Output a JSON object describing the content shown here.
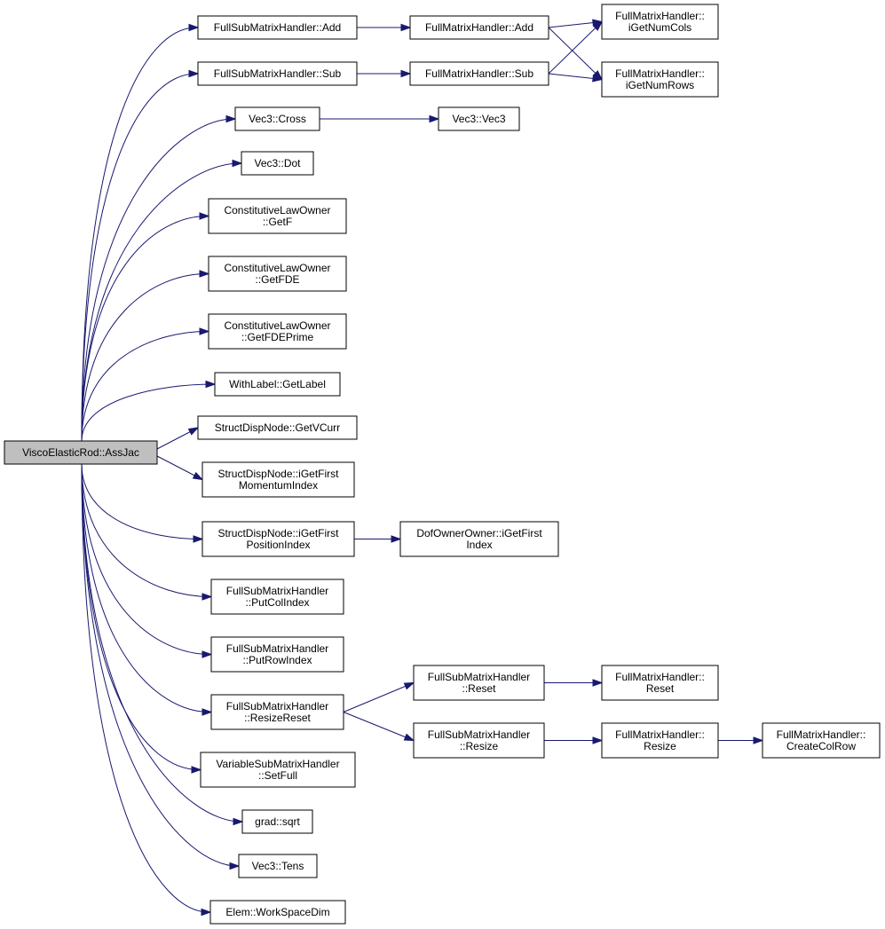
{
  "diagram": {
    "nodes": [
      {
        "id": "assjac",
        "lines": [
          "ViscoElasticRod::AssJac"
        ],
        "root": true
      },
      {
        "id": "fsmh_add",
        "lines": [
          "FullSubMatrixHandler::Add"
        ]
      },
      {
        "id": "fsmh_sub",
        "lines": [
          "FullSubMatrixHandler::Sub"
        ]
      },
      {
        "id": "vec3_cross",
        "lines": [
          "Vec3::Cross"
        ]
      },
      {
        "id": "vec3_dot",
        "lines": [
          "Vec3::Dot"
        ]
      },
      {
        "id": "clo_getf",
        "lines": [
          "ConstitutiveLawOwner",
          "::GetF"
        ]
      },
      {
        "id": "clo_getfde",
        "lines": [
          "ConstitutiveLawOwner",
          "::GetFDE"
        ]
      },
      {
        "id": "clo_getfdeprime",
        "lines": [
          "ConstitutiveLawOwner",
          "::GetFDEPrime"
        ]
      },
      {
        "id": "withlabel_getlabel",
        "lines": [
          "WithLabel::GetLabel"
        ]
      },
      {
        "id": "sdn_getvcurr",
        "lines": [
          "StructDispNode::GetVCurr"
        ]
      },
      {
        "id": "sdn_igetfirstmomentum",
        "lines": [
          "StructDispNode::iGetFirst",
          "MomentumIndex"
        ]
      },
      {
        "id": "sdn_igetfirstposition",
        "lines": [
          "StructDispNode::iGetFirst",
          "PositionIndex"
        ]
      },
      {
        "id": "fsmh_putcolindex",
        "lines": [
          "FullSubMatrixHandler",
          "::PutColIndex"
        ]
      },
      {
        "id": "fsmh_putrowindex",
        "lines": [
          "FullSubMatrixHandler",
          "::PutRowIndex"
        ]
      },
      {
        "id": "fsmh_resizereset",
        "lines": [
          "FullSubMatrixHandler",
          "::ResizeReset"
        ]
      },
      {
        "id": "vsmh_setfull",
        "lines": [
          "VariableSubMatrixHandler",
          "::SetFull"
        ]
      },
      {
        "id": "grad_sqrt",
        "lines": [
          "grad::sqrt"
        ]
      },
      {
        "id": "vec3_tens",
        "lines": [
          "Vec3::Tens"
        ]
      },
      {
        "id": "elem_workspacedim",
        "lines": [
          "Elem::WorkSpaceDim"
        ]
      },
      {
        "id": "fmh_add",
        "lines": [
          "FullMatrixHandler::Add"
        ]
      },
      {
        "id": "fmh_sub",
        "lines": [
          "FullMatrixHandler::Sub"
        ]
      },
      {
        "id": "vec3_vec3",
        "lines": [
          "Vec3::Vec3"
        ]
      },
      {
        "id": "doo_igetfirstindex",
        "lines": [
          "DofOwnerOwner::iGetFirst",
          "Index"
        ]
      },
      {
        "id": "fsmh_reset",
        "lines": [
          "FullSubMatrixHandler",
          "::Reset"
        ]
      },
      {
        "id": "fsmh_resize",
        "lines": [
          "FullSubMatrixHandler",
          "::Resize"
        ]
      },
      {
        "id": "fmh_igetnumcols",
        "lines": [
          "FullMatrixHandler::",
          "iGetNumCols"
        ]
      },
      {
        "id": "fmh_igetnumrows",
        "lines": [
          "FullMatrixHandler::",
          "iGetNumRows"
        ]
      },
      {
        "id": "fmh_reset",
        "lines": [
          "FullMatrixHandler::",
          "Reset"
        ]
      },
      {
        "id": "fmh_resize",
        "lines": [
          "FullMatrixHandler::",
          "Resize"
        ]
      },
      {
        "id": "fmh_createcolrow",
        "lines": [
          "FullMatrixHandler::",
          "CreateColRow"
        ]
      }
    ],
    "edges": [
      {
        "from": "assjac",
        "to": "fsmh_add"
      },
      {
        "from": "assjac",
        "to": "fsmh_sub"
      },
      {
        "from": "assjac",
        "to": "vec3_cross"
      },
      {
        "from": "assjac",
        "to": "vec3_dot"
      },
      {
        "from": "assjac",
        "to": "clo_getf"
      },
      {
        "from": "assjac",
        "to": "clo_getfde"
      },
      {
        "from": "assjac",
        "to": "clo_getfdeprime"
      },
      {
        "from": "assjac",
        "to": "withlabel_getlabel"
      },
      {
        "from": "assjac",
        "to": "sdn_getvcurr"
      },
      {
        "from": "assjac",
        "to": "sdn_igetfirstmomentum"
      },
      {
        "from": "assjac",
        "to": "sdn_igetfirstposition"
      },
      {
        "from": "assjac",
        "to": "fsmh_putcolindex"
      },
      {
        "from": "assjac",
        "to": "fsmh_putrowindex"
      },
      {
        "from": "assjac",
        "to": "fsmh_resizereset"
      },
      {
        "from": "assjac",
        "to": "vsmh_setfull"
      },
      {
        "from": "assjac",
        "to": "grad_sqrt"
      },
      {
        "from": "assjac",
        "to": "vec3_tens"
      },
      {
        "from": "assjac",
        "to": "elem_workspacedim"
      },
      {
        "from": "fsmh_add",
        "to": "fmh_add"
      },
      {
        "from": "fsmh_sub",
        "to": "fmh_sub"
      },
      {
        "from": "fmh_add",
        "to": "fmh_igetnumcols"
      },
      {
        "from": "fmh_add",
        "to": "fmh_igetnumrows"
      },
      {
        "from": "fmh_sub",
        "to": "fmh_igetnumcols"
      },
      {
        "from": "fmh_sub",
        "to": "fmh_igetnumrows"
      },
      {
        "from": "vec3_cross",
        "to": "vec3_vec3"
      },
      {
        "from": "sdn_igetfirstposition",
        "to": "doo_igetfirstindex"
      },
      {
        "from": "fsmh_resizereset",
        "to": "fsmh_reset"
      },
      {
        "from": "fsmh_resizereset",
        "to": "fsmh_resize"
      },
      {
        "from": "fsmh_reset",
        "to": "fmh_reset"
      },
      {
        "from": "fsmh_resize",
        "to": "fmh_resize"
      },
      {
        "from": "fmh_resize",
        "to": "fmh_createcolrow"
      }
    ]
  }
}
